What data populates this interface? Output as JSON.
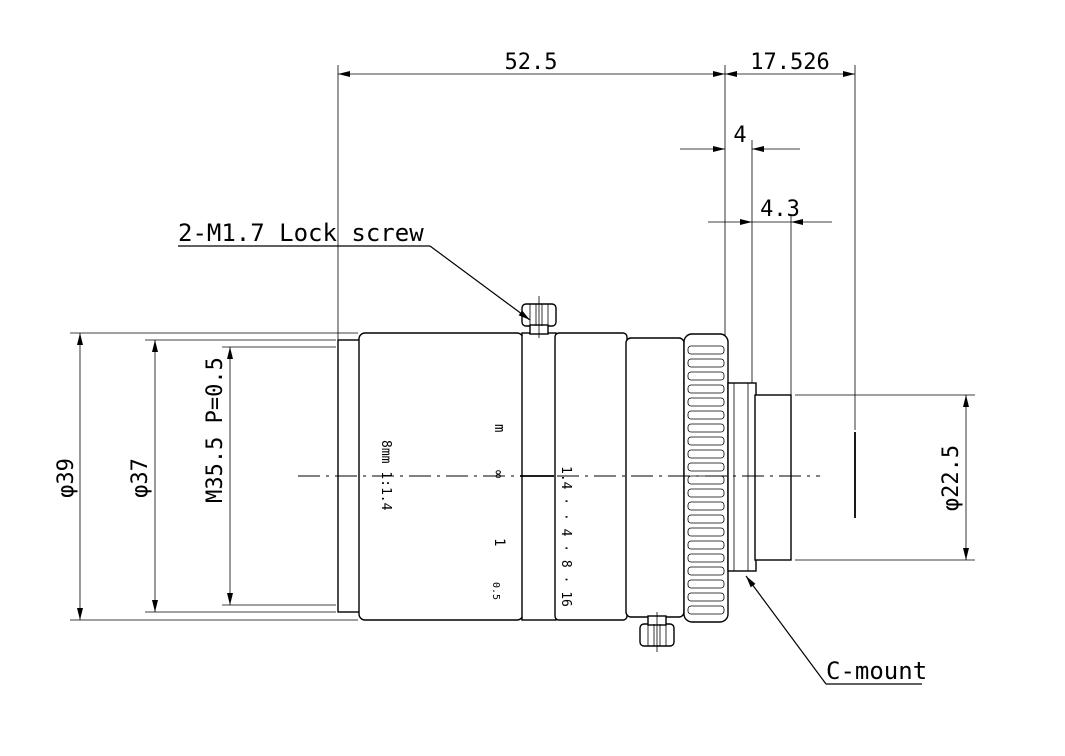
{
  "dimensions": {
    "total_length": "52.5",
    "flange_back": "17.526",
    "mount_offset_4": "4",
    "mount_offset_43": "4.3",
    "dia_39": "φ39",
    "dia_37": "φ37",
    "filter_thread": "M35.5 P=0.5",
    "dia_225": "φ22.5"
  },
  "callouts": {
    "lock_screw": "2-M1.7 Lock screw",
    "mount": "C-mount"
  },
  "lens_markings": {
    "model": "8mm 1:1.4",
    "focus_unit": "m",
    "focus_inf": "∞",
    "focus_1": "1",
    "focus_05": "0.5",
    "aperture_scale": "1.4 · · 4 · 8 · 16"
  }
}
